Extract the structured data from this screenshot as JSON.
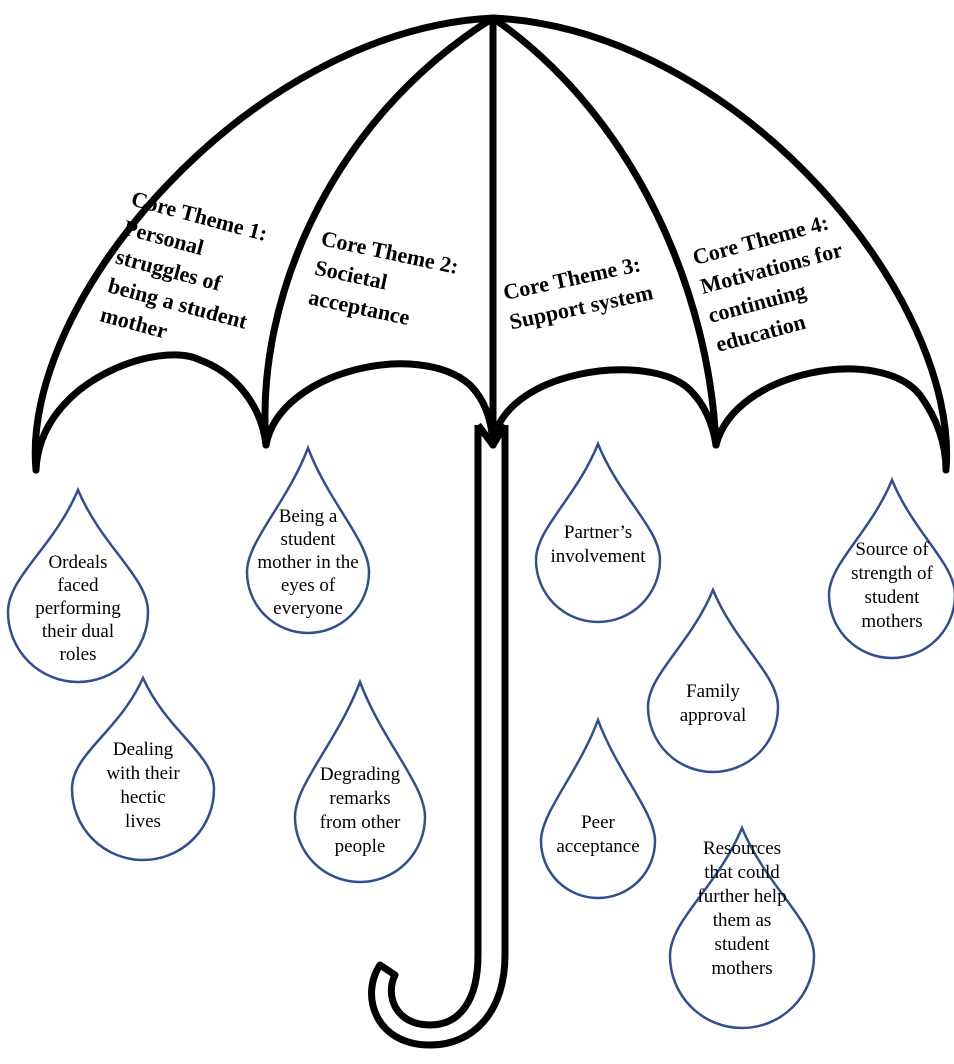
{
  "themes": [
    {
      "title": "Core Theme 1:",
      "lines": [
        "Core Theme 1:",
        "Personal",
        "struggles of",
        "being a student",
        "mother"
      ]
    },
    {
      "title": "Core Theme 2:",
      "lines": [
        "Core Theme 2:",
        "Societal",
        "acceptance"
      ]
    },
    {
      "title": "Core Theme 3:",
      "lines": [
        "Core Theme 3:",
        "Support system"
      ]
    },
    {
      "title": "Core Theme 4:",
      "lines": [
        "Core Theme 4:",
        "Motivations for",
        "continuing",
        "education"
      ]
    }
  ],
  "subthemes": [
    {
      "theme": 1,
      "lines": [
        "Ordeals",
        "faced",
        "performing",
        "their dual",
        "roles"
      ]
    },
    {
      "theme": 1,
      "lines": [
        "Dealing",
        "with their",
        "hectic",
        "lives"
      ]
    },
    {
      "theme": 2,
      "lines": [
        "Being a",
        "student",
        "mother in the",
        "eyes of",
        "everyone"
      ]
    },
    {
      "theme": 2,
      "lines": [
        "Degrading",
        "remarks",
        "from other",
        "people"
      ]
    },
    {
      "theme": 3,
      "lines": [
        "Partner’s",
        "involvement"
      ]
    },
    {
      "theme": 3,
      "lines": [
        "Family",
        "approval"
      ]
    },
    {
      "theme": 3,
      "lines": [
        "Peer",
        "acceptance"
      ]
    },
    {
      "theme": 3,
      "lines": [
        "Resources",
        "that could",
        "further help",
        "them as",
        "student",
        "mothers"
      ]
    },
    {
      "theme": 4,
      "lines": [
        "Source of",
        "strength of",
        "student",
        "mothers"
      ]
    }
  ],
  "colors": {
    "umbrella_stroke": "#000000",
    "drop_stroke": "#2f4f8f",
    "background": "#ffffff"
  }
}
